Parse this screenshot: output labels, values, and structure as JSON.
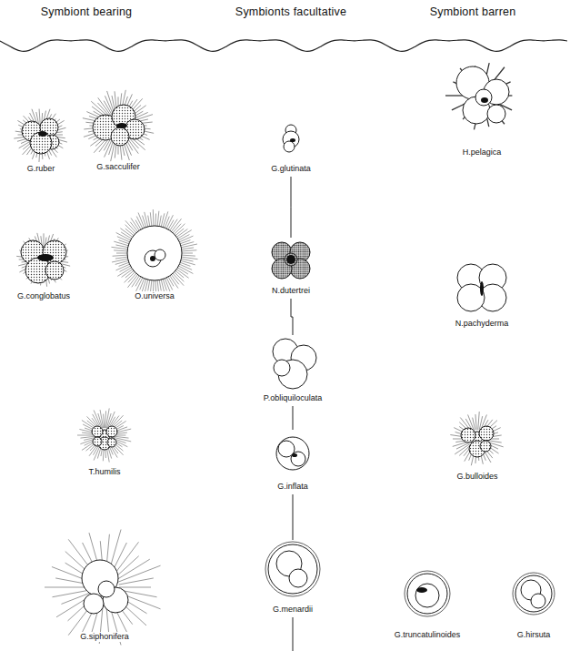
{
  "diagram": {
    "nodes": [
      {
        "text": [
          "G.ruber"
        ]
      },
      {
        "text": [
          "G.sacculifer"
        ]
      },
      {
        "text": [
          "G.glutinata"
        ]
      },
      {
        "text": [
          "H.pelagica"
        ]
      },
      {
        "text": [
          "G.conglobatus"
        ]
      },
      {
        "text": [
          "O.universa"
        ]
      },
      {
        "text": [
          "N.dutertrei"
        ]
      },
      {
        "text": [
          "N.pachyderma"
        ]
      },
      {
        "text": [
          "P.obliquiloculata"
        ]
      },
      {
        "text": [
          "T.humilis"
        ]
      },
      {
        "text": [
          "G.inflata"
        ]
      },
      {
        "text": [
          "G.bulloides"
        ]
      },
      {
        "text": [
          "G.siphonifera"
        ]
      },
      {
        "text": [
          "G.menardii"
        ]
      },
      {
        "text": [
          "G.truncatulinoides"
        ]
      },
      {
        "text": [
          "G.hirsuta"
        ]
      }
    ],
    "edges": [
      {
        "from": 2,
        "to": 6,
        "arrow": "none"
      },
      {
        "from": 6,
        "to": 8,
        "arrow": "none"
      },
      {
        "from": 8,
        "to": 10,
        "arrow": "none"
      },
      {
        "from": 10,
        "to": 13,
        "arrow": "none"
      }
    ],
    "labels": [
      "Symbiont bearing",
      "Symbionts facultative",
      "Symbiont barren"
    ]
  }
}
